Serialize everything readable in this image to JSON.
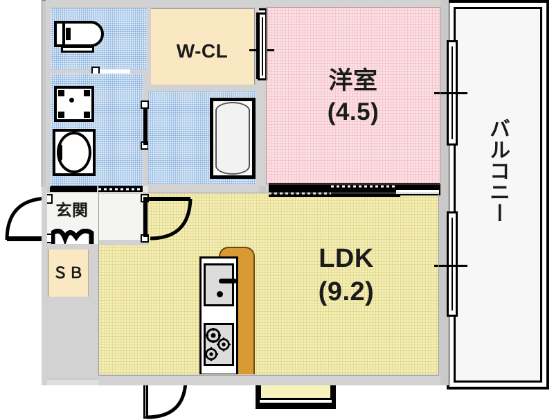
{
  "plan": {
    "title_rooms": {
      "washitsu": "洋室",
      "washitsu_size": "(4.5)",
      "ldk": "LDK",
      "ldk_size": "(9.2)",
      "wcl": "W-CL",
      "balcony": "バルコニー",
      "genkan": "玄関",
      "sb": "ＳＢ"
    },
    "rooms": [
      {
        "key": "bedroom",
        "label": "洋室",
        "size": "(4.5)",
        "color": "#fbe0e4",
        "type": "western-room"
      },
      {
        "key": "ldk",
        "label": "LDK",
        "size": "(9.2)",
        "color": "#f4eeb9",
        "type": "living-dining-kitchen"
      },
      {
        "key": "walk-in-closet",
        "label": "W-CL",
        "size": "",
        "color": "#fae8c3",
        "type": "closet"
      },
      {
        "key": "balcony",
        "label": "バルコニー",
        "size": "",
        "color": "#f2f2f2",
        "type": "balcony"
      },
      {
        "key": "entrance",
        "label": "玄関",
        "size": "",
        "color": "#f4f4f2",
        "type": "entrance"
      },
      {
        "key": "shoe-box",
        "label": "ＳＢ",
        "size": "",
        "color": "#fae8c3",
        "type": "shoe-box"
      },
      {
        "key": "toilet",
        "label": "",
        "size": "",
        "color": "#dce9f7",
        "type": "toilet"
      },
      {
        "key": "washroom",
        "label": "",
        "size": "",
        "color": "#dce9f7",
        "type": "washroom"
      },
      {
        "key": "bathroom",
        "label": "",
        "size": "",
        "color": "#dce9f7",
        "type": "unit-bath"
      }
    ],
    "fixtures": [
      {
        "name": "toilet-fixture",
        "room": "toilet"
      },
      {
        "name": "washing-machine-space",
        "room": "washroom"
      },
      {
        "name": "washbasin",
        "room": "washroom"
      },
      {
        "name": "bathtub",
        "room": "bathroom"
      },
      {
        "name": "kitchen-sink",
        "room": "ldk"
      },
      {
        "name": "gas-stove-3-burner",
        "room": "ldk"
      },
      {
        "name": "kitchen-counter",
        "room": "ldk"
      }
    ],
    "colors": {
      "wall": "#c9c9c9",
      "outline": "#000000",
      "bedroom_fill": "#fbe0e4",
      "ldk_fill": "#f4eeb9",
      "water_fill": "#dce9f7",
      "closet_fill": "#fae8c3",
      "counter_fill": "#d99a33",
      "balcony_fill": "#f2f2f2"
    }
  }
}
